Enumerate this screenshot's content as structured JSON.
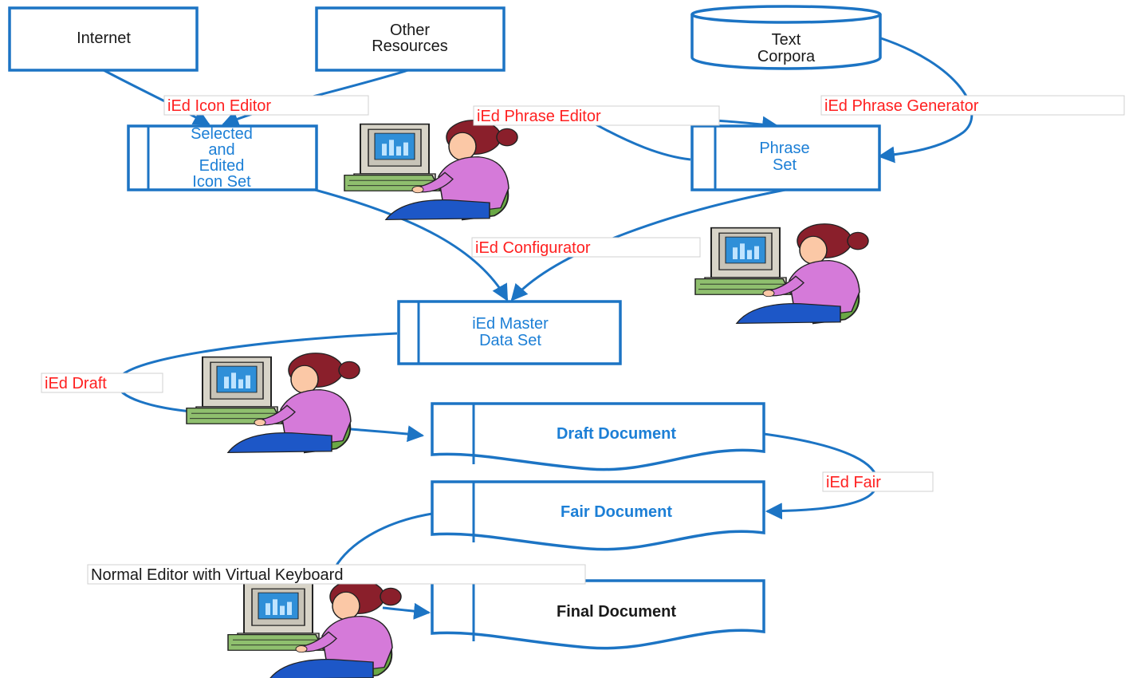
{
  "nodes": {
    "internet": "Internet",
    "other_resources": [
      "Other",
      "Resources"
    ],
    "text_corpora": [
      "Text",
      "Corpora"
    ],
    "icon_set": [
      "Selected",
      "and",
      "Edited",
      "Icon Set"
    ],
    "phrase_set": [
      "Phrase",
      "Set"
    ],
    "master_data_set": [
      "iEd Master",
      "Data Set"
    ],
    "draft_document": "Draft Document",
    "fair_document": "Fair Document",
    "final_document": "Final Document"
  },
  "tools": {
    "icon_editor": "iEd Icon Editor",
    "phrase_editor": "iEd Phrase Editor",
    "phrase_generator": "iEd Phrase Generator",
    "configurator": "iEd Configurator",
    "draft": "iEd Draft",
    "fair": "iEd Fair",
    "normal_editor": "Normal Editor with Virtual Keyboard"
  },
  "colors": {
    "line": "#1c74c4",
    "node_text": "#1c7fd6",
    "tool_label": "#ff2020"
  }
}
